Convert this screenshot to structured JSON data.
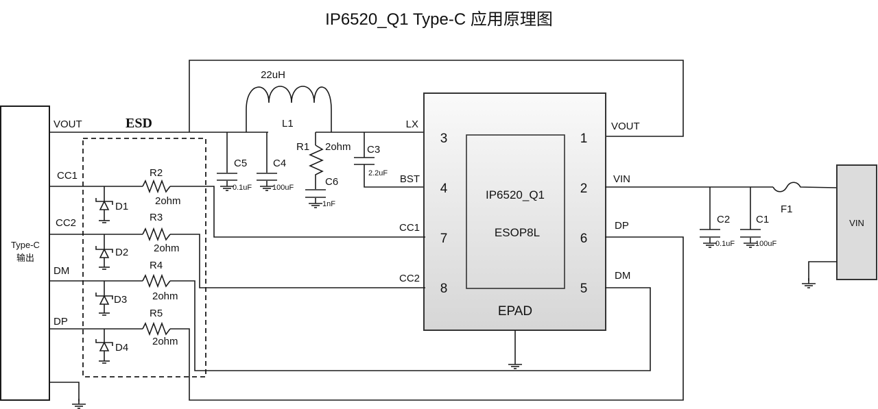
{
  "title": "IP6520_Q1 Type-C 应用原理图",
  "connector": {
    "label_line1": "Type-C",
    "label_line2": "输出",
    "pins": [
      "VOUT",
      "CC1",
      "CC2",
      "DM",
      "DP"
    ]
  },
  "esd_label": "ESD",
  "inductor": {
    "ref": "L1",
    "value": "22uH"
  },
  "resistors": [
    {
      "ref": "R1",
      "value": "2ohm"
    },
    {
      "ref": "R2",
      "value": "2ohm"
    },
    {
      "ref": "R3",
      "value": "2ohm"
    },
    {
      "ref": "R4",
      "value": "2ohm"
    },
    {
      "ref": "R5",
      "value": "2ohm"
    }
  ],
  "capacitors": [
    {
      "ref": "C1",
      "value": "100uF"
    },
    {
      "ref": "C2",
      "value": "0.1uF"
    },
    {
      "ref": "C3",
      "value": "2.2uF"
    },
    {
      "ref": "C4",
      "value": "100uF"
    },
    {
      "ref": "C5",
      "value": "0.1uF"
    },
    {
      "ref": "C6",
      "value": "1nF"
    }
  ],
  "diodes": [
    "D1",
    "D2",
    "D3",
    "D4"
  ],
  "fuse": {
    "ref": "F1"
  },
  "ic": {
    "name": "IP6520_Q1",
    "package": "ESOP8L",
    "epad": "EPAD",
    "left_pins": [
      {
        "num": "3",
        "name": "LX"
      },
      {
        "num": "4",
        "name": "BST"
      },
      {
        "num": "7",
        "name": "CC1"
      },
      {
        "num": "8",
        "name": "CC2"
      }
    ],
    "right_pins": [
      {
        "num": "1",
        "name": "VOUT"
      },
      {
        "num": "2",
        "name": "VIN"
      },
      {
        "num": "6",
        "name": "DP"
      },
      {
        "num": "5",
        "name": "DM"
      }
    ]
  },
  "vin_block": {
    "label": "VIN"
  }
}
